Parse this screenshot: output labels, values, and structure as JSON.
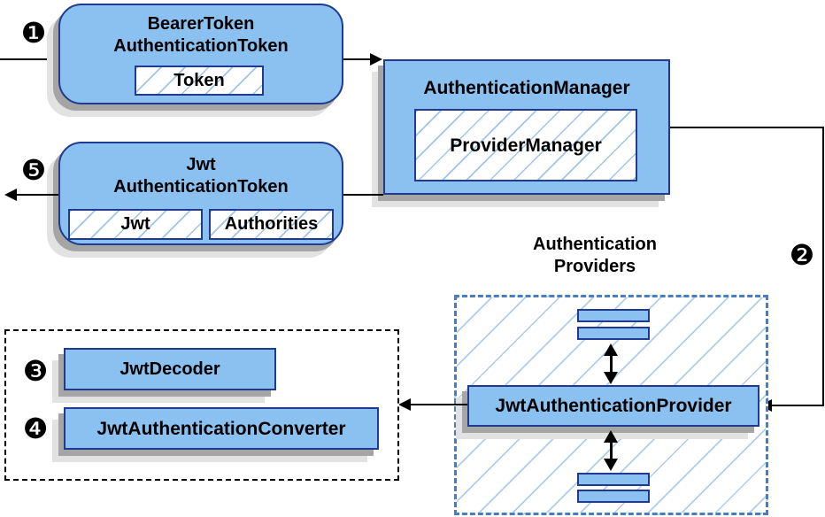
{
  "markers": {
    "step1": "❶",
    "step2": "❷",
    "step3": "❸",
    "step4": "❹",
    "step5": "❺"
  },
  "nodes": {
    "bearer_token_box": {
      "title_line1": "BearerToken",
      "title_line2": "AuthenticationToken",
      "chip_token": "Token"
    },
    "authentication_manager_box": {
      "title": "AuthenticationManager",
      "chip_provider_manager": "ProviderManager"
    },
    "jwt_token_box": {
      "title_line1": "Jwt",
      "title_line2": "AuthenticationToken",
      "chip_jwt": "Jwt",
      "chip_authorities": "Authorities"
    },
    "providers_group": {
      "heading_line1": "Authentication",
      "heading_line2": "Providers",
      "provider_box": "JwtAuthenticationProvider"
    },
    "converter_group": {
      "decoder_box": "JwtDecoder",
      "converter_box": "JwtAuthenticationConverter"
    }
  },
  "colors": {
    "node_fill": "#8bc1f0",
    "node_border": "#203a8f",
    "hatch_line": "#9ec6ec",
    "region_hatch": "#aecdee",
    "dashed_blue": "#4a7dbd",
    "shadow_dark": "#a5a5a5",
    "shadow_light": "#e2e2e2",
    "line_color": "#000000"
  }
}
